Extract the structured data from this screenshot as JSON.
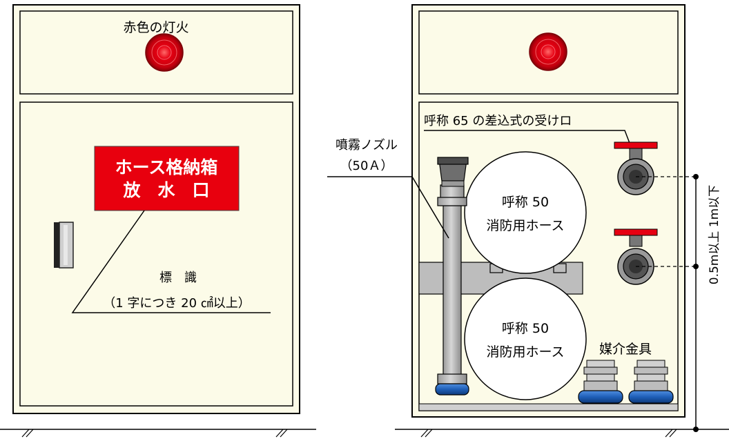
{
  "left_cabinet": {
    "lamp_label": "赤色の灯火",
    "sign_line1": "ホース格納箱",
    "sign_line2": "放　水　口",
    "sign_caption": "標　識",
    "sign_requirement": "（1 字につき 20 ㎠以上）"
  },
  "right_cabinet": {
    "inlet_label": "呼称 65 の差込式の受けロ",
    "nozzle_label": "噴霧ノズル",
    "nozzle_size": "（50Ａ）",
    "hose_top_line1": "呼称 50",
    "hose_top_line2": "消防用ホース",
    "hose_bottom_line1": "呼称 50",
    "hose_bottom_line2": "消防用ホース",
    "adapter_label": "媒介金具",
    "height_range": "0.5m以上 1m以下"
  },
  "colors": {
    "cabinet_fill": "#fcfbe8",
    "sign_red": "#e8000e",
    "lamp_red": "#e60012",
    "hose_white": "#ffffff",
    "bracket_gray": "#bdbdbd",
    "coupling_blue": "#1f5fb8",
    "valve_gray": "#555555"
  }
}
